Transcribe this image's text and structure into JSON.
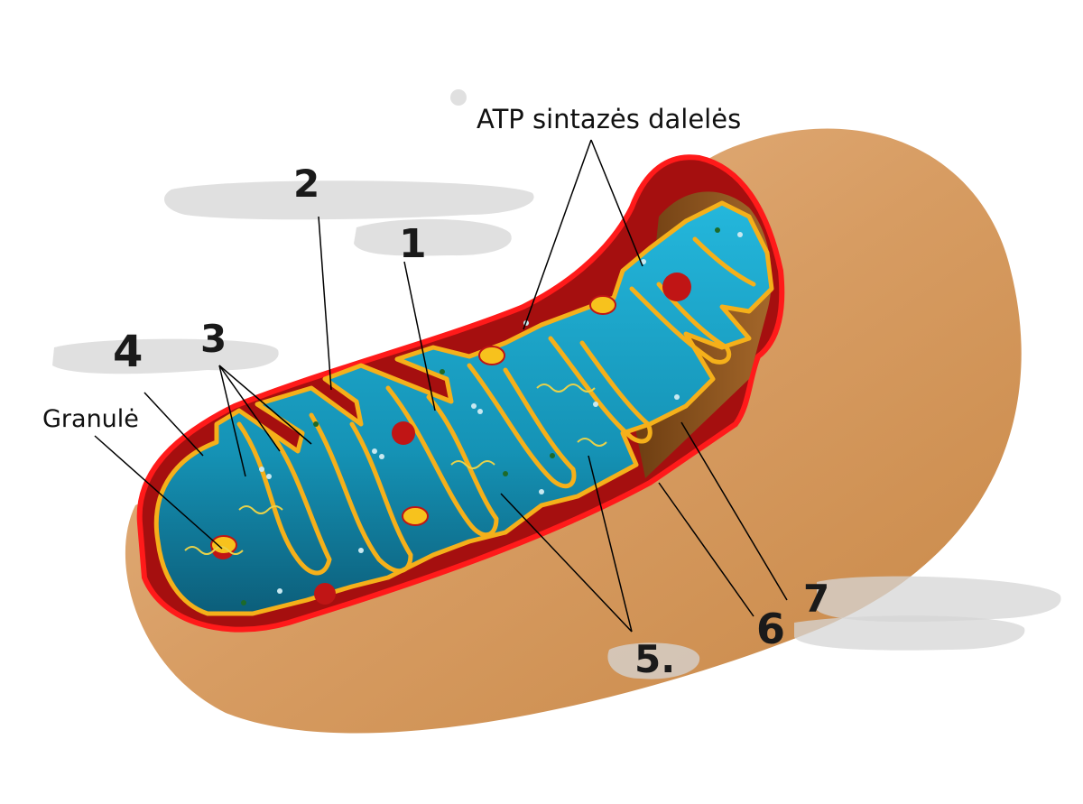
{
  "labels": {
    "atp": "ATP sintazės dalelės",
    "granule": "Granulė",
    "n1": "1",
    "n2": "2",
    "n3": "3",
    "n4": "4",
    "n5": "5.",
    "n6": "6",
    "n7": "7"
  },
  "colors": {
    "outer_body": "#d59a5f",
    "outer_membrane": "#ff1a1a",
    "inner_membrane": "#f5b01a",
    "matrix": "#17a3c6",
    "intermembrane": "#a01010"
  }
}
